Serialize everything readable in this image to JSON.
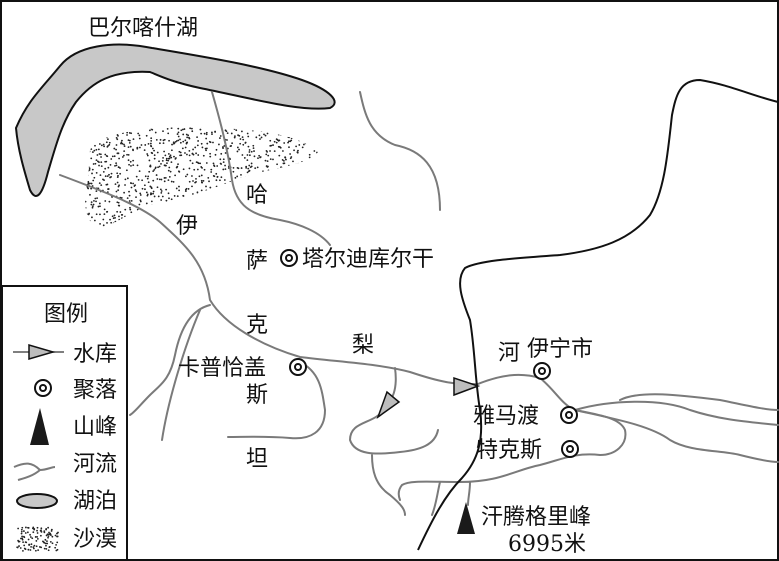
{
  "title": "巴尔喀什湖",
  "labels": {
    "yi": "伊",
    "li": "梨",
    "he": "河",
    "ha": "哈",
    "sa": "萨",
    "ke": "克",
    "si": "斯",
    "tan": "坦"
  },
  "settlements": [
    "塔尔迪库尔干",
    "卡普恰盖",
    "伊宁市",
    "雅马渡",
    "特克斯"
  ],
  "peak": {
    "name": "汗腾格里峰",
    "elevation": "6995米"
  },
  "legend": {
    "title": "图例",
    "items": [
      {
        "icon": "reservoir-icon",
        "label": "水库"
      },
      {
        "icon": "settlement-icon",
        "label": "聚落"
      },
      {
        "icon": "peak-icon",
        "label": "山峰"
      },
      {
        "icon": "river-icon",
        "label": "河流"
      },
      {
        "icon": "lake-icon",
        "label": "湖泊"
      },
      {
        "icon": "desert-icon",
        "label": "沙漠"
      }
    ]
  },
  "colors": {
    "lake": "#c8c8c8",
    "river": "#7a7a7a",
    "peak": "#1a1a1a",
    "reservoir": "#bdbdbd"
  }
}
